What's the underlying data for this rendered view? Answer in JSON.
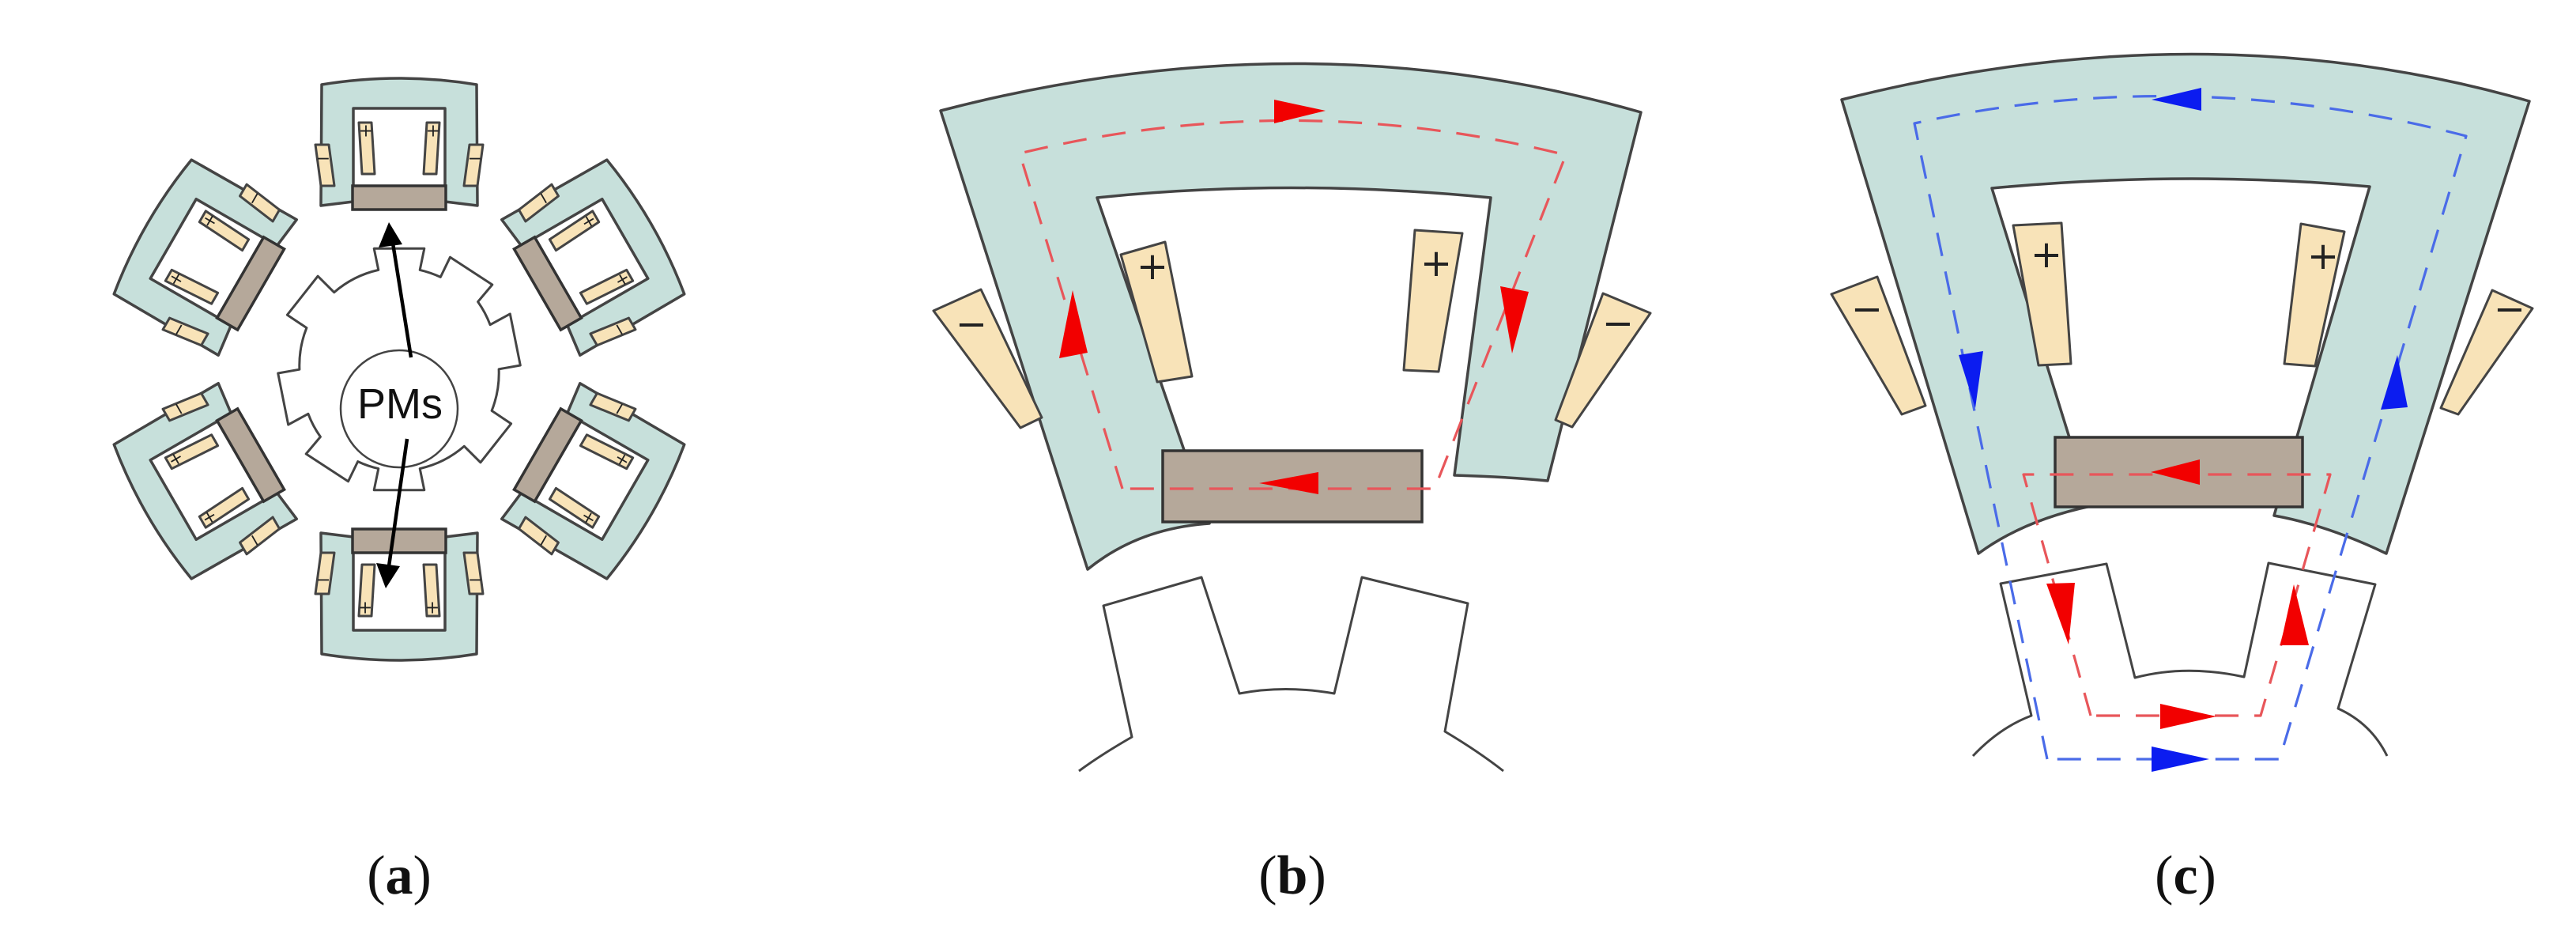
{
  "figure": {
    "panels": [
      {
        "id": "a",
        "caption_open": "(",
        "caption_letter": "a",
        "caption_close": ")"
      },
      {
        "id": "b",
        "caption_open": "(",
        "caption_letter": "b",
        "caption_close": ")"
      },
      {
        "id": "c",
        "caption_open": "(",
        "caption_letter": "c",
        "caption_close": ")"
      }
    ],
    "pm_label": "PMs",
    "coil_plus": "+",
    "coil_minus": "−"
  },
  "colors": {
    "steel": "#c7e0db",
    "permanent_magnet": "#b5a89a",
    "coil": "#f8e3b8",
    "pm_flux": "#f20000",
    "coil_flux": "#0b1cf0"
  }
}
